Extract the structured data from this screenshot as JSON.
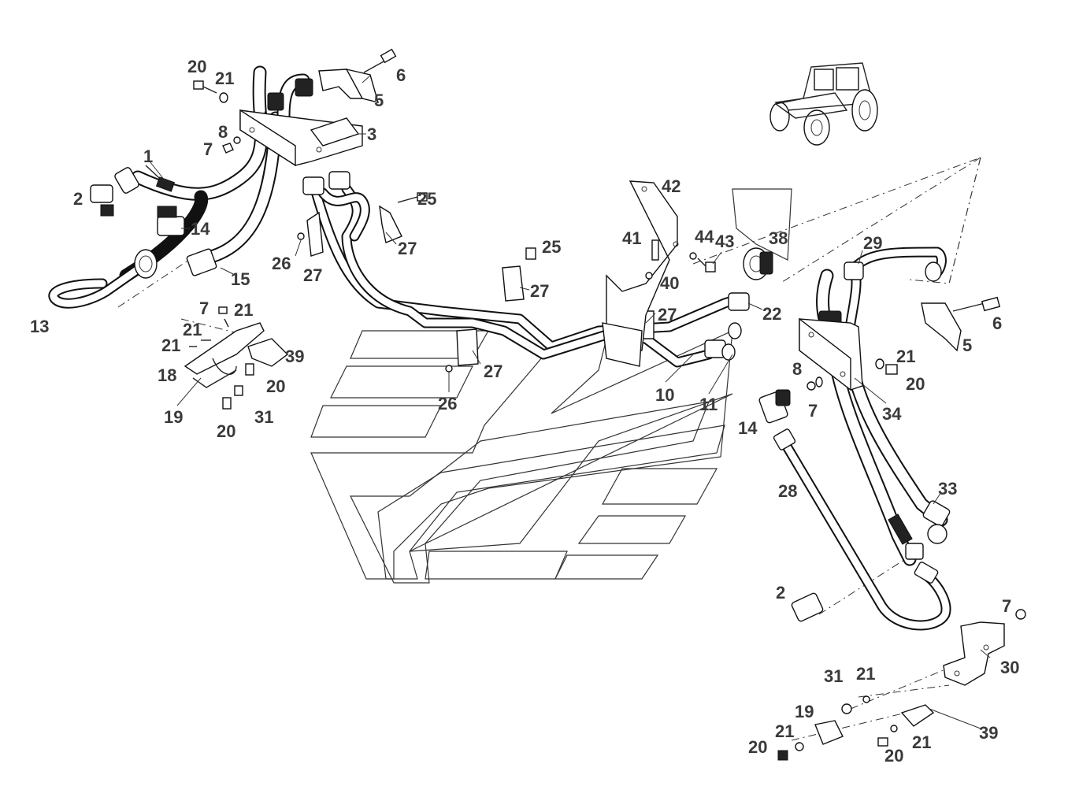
{
  "callouts": {
    "c1": "1",
    "c2a": "2",
    "c2b": "2",
    "c3": "3",
    "c5a": "5",
    "c5b": "5",
    "c6a": "6",
    "c6b": "6",
    "c7a": "7",
    "c7b": "7",
    "c7c": "7",
    "c7d": "7",
    "c8a": "8",
    "c8b": "8",
    "c10": "10",
    "c11": "11",
    "c13": "13",
    "c14a": "14",
    "c14b": "14",
    "c15": "15",
    "c18": "18",
    "c19a": "19",
    "c19b": "19",
    "c20a": "20",
    "c20b": "20",
    "c20c": "20",
    "c20d": "20",
    "c20e": "20",
    "c20f": "20",
    "c21a": "21",
    "c21b": "21",
    "c21c": "21",
    "c21d": "21",
    "c21e": "21",
    "c21f": "21",
    "c21g": "21",
    "c21h": "21",
    "c22": "22",
    "c25a": "25",
    "c25b": "25",
    "c26a": "26",
    "c26b": "26",
    "c27a": "27",
    "c27b": "27",
    "c27c": "27",
    "c27d": "27",
    "c27e": "27",
    "c28": "28",
    "c29": "29",
    "c30": "30",
    "c31a": "31",
    "c31b": "31",
    "c33": "33",
    "c34": "34",
    "c38": "38",
    "c39a": "39",
    "c39b": "39",
    "c40": "40",
    "c41": "41",
    "c42": "42",
    "c43": "43",
    "c44": "44"
  }
}
